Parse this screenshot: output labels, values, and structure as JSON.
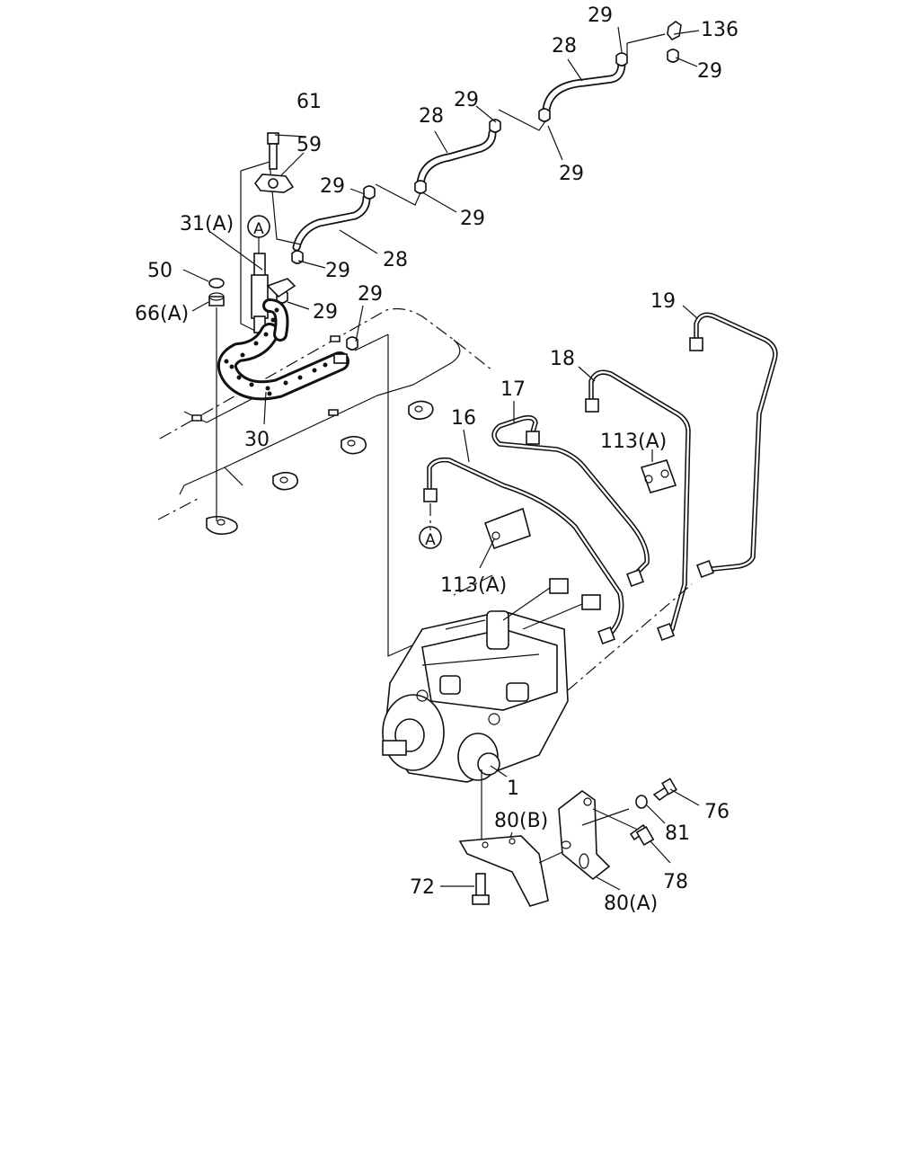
{
  "diagram": {
    "labels": {
      "l_136": "136",
      "l_29_a": "29",
      "l_29_b": "29",
      "l_28_a": "28",
      "l_29_c": "29",
      "l_28_b": "28",
      "l_29_d": "29",
      "l_61": "61",
      "l_59": "59",
      "l_29_e": "29",
      "l_29_f": "29",
      "l_31a": "31(A)",
      "l_28_c": "28",
      "l_29_g": "29",
      "l_50": "50",
      "l_66a": "66(A)",
      "l_29_h": "29",
      "l_29_i": "29",
      "l_19": "19",
      "l_18": "18",
      "l_17": "17",
      "l_16": "16",
      "l_30": "30",
      "l_113a_1": "113(A)",
      "l_113a_2": "113(A)",
      "l_1": "1",
      "l_76": "76",
      "l_81": "81",
      "l_80b": "80(B)",
      "l_78": "78",
      "l_72": "72",
      "l_80a": "80(A)"
    },
    "ref_markers": {
      "ref_a_top": "A",
      "ref_a_bottom": "A"
    }
  }
}
